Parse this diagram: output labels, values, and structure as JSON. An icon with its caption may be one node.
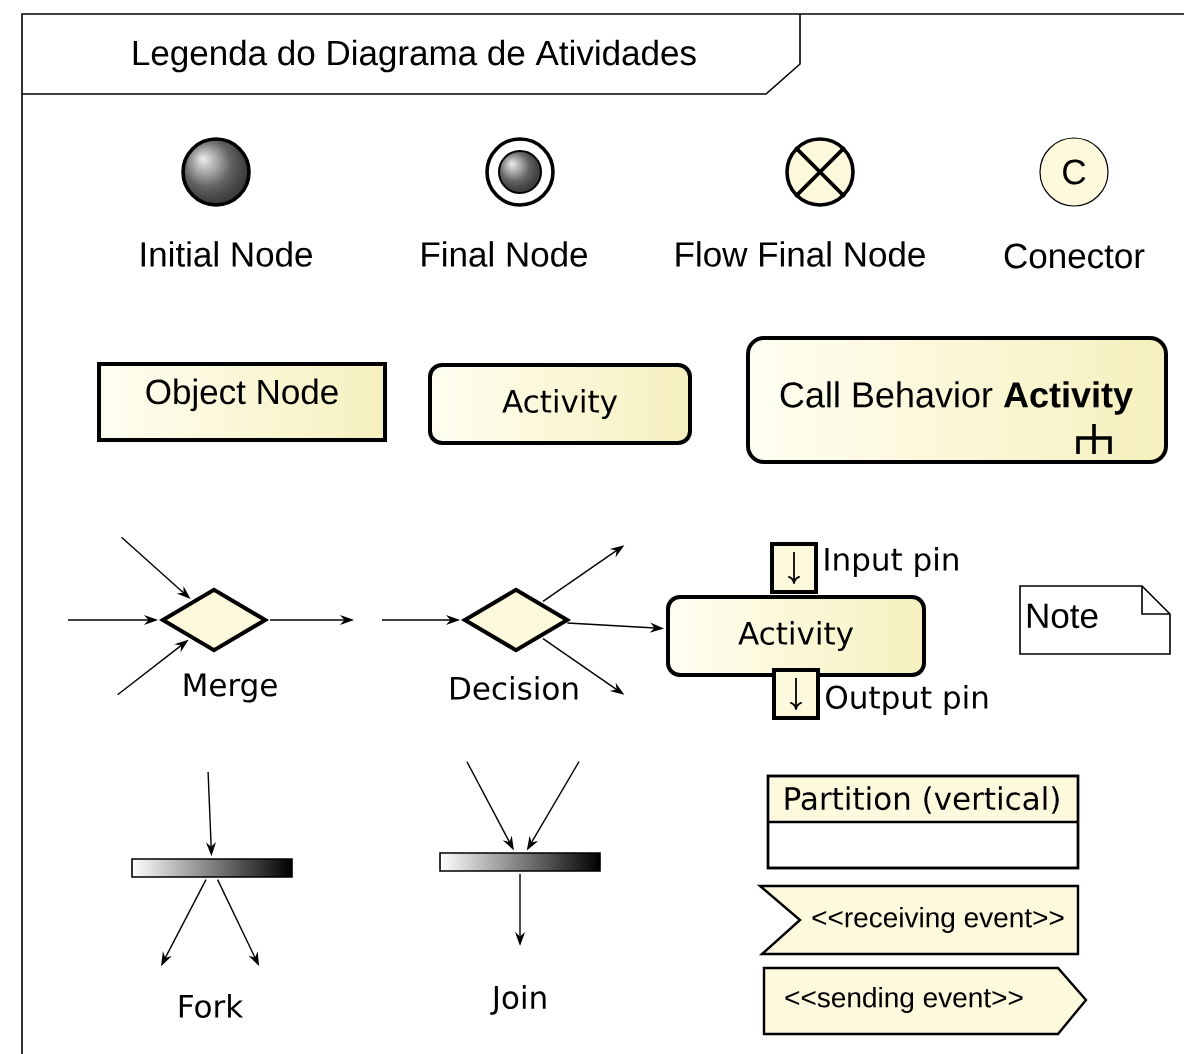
{
  "diagram": {
    "nodes": [
      {
        "text": [
          "Legenda do Diagrama de Atividades"
        ]
      },
      {
        "text": [],
        "shape": "circle",
        "beside": [
          "Initial Node"
        ],
        "in": 0
      },
      {
        "text": [],
        "shape": "circle",
        "beside": [
          "Final Node"
        ],
        "in": 0
      },
      {
        "text": [],
        "shape": "circle",
        "beside": [
          "Flow Final Node"
        ],
        "in": 0
      },
      {
        "text": [
          "C"
        ],
        "beside": [
          "Conector"
        ],
        "in": 0
      },
      {
        "text": [
          "Object Node"
        ],
        "in": 0
      },
      {
        "text": [
          "Activity"
        ],
        "in": 0
      },
      {
        "text": [
          "Call Behavior **Activity**"
        ],
        "in": 0
      },
      {
        "text": [],
        "shape": "diamond",
        "beside": [
          "Merge"
        ],
        "in": 0
      },
      {
        "text": [],
        "shape": "diamond",
        "beside": [
          "Decision"
        ],
        "in": 0
      },
      {
        "text": [
          "Activity"
        ],
        "in": 0
      },
      {
        "text": [],
        "shape": "box",
        "beside": [
          "Input pin"
        ],
        "in": 0
      },
      {
        "text": [],
        "shape": "box",
        "beside": [
          "Output pin"
        ],
        "in": 0
      },
      {
        "text": [
          "Note"
        ],
        "in": 0
      },
      {
        "text": [],
        "shape": "bar",
        "in": 0
      },
      {
        "text": [],
        "shape": "bar",
        "in": 0
      },
      {
        "text": [
          "Partition (vertical)"
        ],
        "in": 0
      },
      {
        "text": [
          "<<receiving event>>"
        ],
        "in": 0
      },
      {
        "text": [
          "<<sending event>>"
        ],
        "in": 0
      }
    ],
    "edges": [
      {
        "from": null,
        "to": 8,
        "arrow": "to"
      },
      {
        "from": null,
        "to": 8,
        "arrow": "to"
      },
      {
        "from": null,
        "to": 8,
        "arrow": "to"
      },
      {
        "from": 8,
        "to": null,
        "arrow": "to"
      },
      {
        "from": null,
        "to": 9,
        "arrow": "to"
      },
      {
        "from": 9,
        "to": null,
        "arrow": "to"
      },
      {
        "from": 9,
        "to": 10,
        "arrow": "to"
      },
      {
        "from": 9,
        "to": null,
        "arrow": "to"
      },
      {
        "from": null,
        "to": 14,
        "arrow": "to"
      },
      {
        "from": 14,
        "to": null,
        "arrow": "to"
      },
      {
        "from": 14,
        "to": null,
        "arrow": "to"
      },
      {
        "from": null,
        "to": 15,
        "arrow": "to"
      },
      {
        "from": null,
        "to": 15,
        "arrow": "to"
      },
      {
        "from": 15,
        "to": null,
        "arrow": "to"
      }
    ],
    "labels": [
      "Fork",
      "Join"
    ]
  }
}
